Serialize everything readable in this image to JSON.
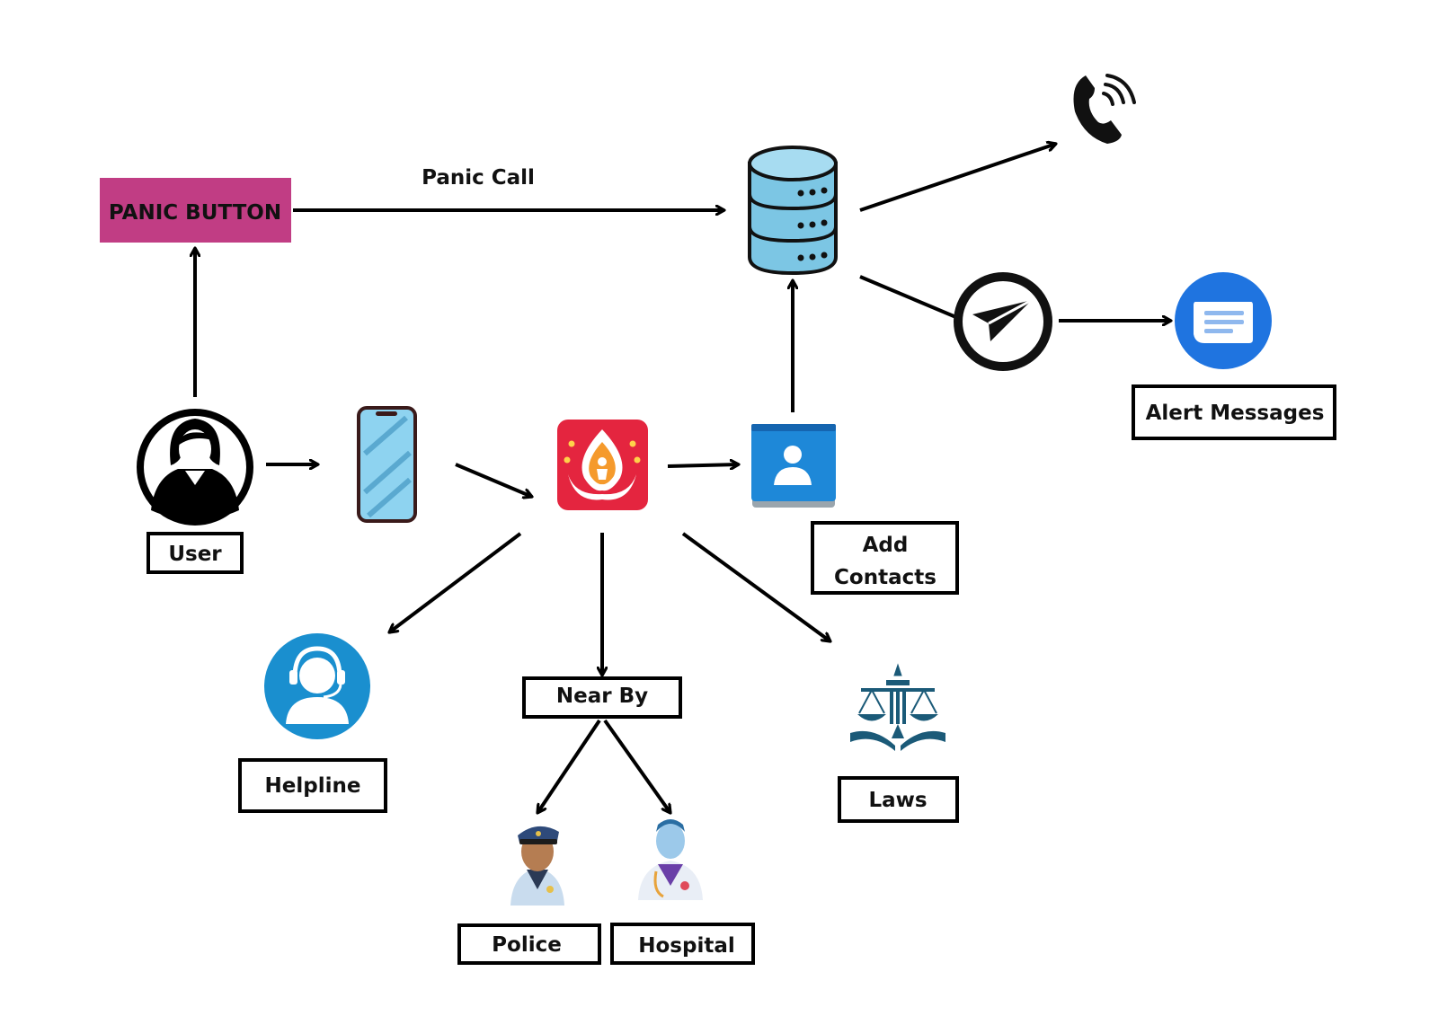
{
  "nodes": {
    "panic_button": {
      "label": "PANIC BUTTON"
    },
    "panic_call": {
      "label": "Panic Call"
    },
    "user": {
      "label": "User"
    },
    "add_contacts": {
      "line1": "Add",
      "line2": "Contacts"
    },
    "alert_messages": {
      "label": "Alert Messages"
    },
    "helpline": {
      "label": "Helpline"
    },
    "near_by": {
      "label": "Near By"
    },
    "laws": {
      "label": "Laws"
    },
    "police": {
      "label": "Police"
    },
    "hospital": {
      "label": "Hospital"
    }
  },
  "icons": {
    "user": "user-avatar-icon",
    "phone": "smartphone-icon",
    "app": "safety-app-logo-icon",
    "contacts": "contacts-book-icon",
    "database": "database-icon",
    "call": "phone-call-icon",
    "send": "send-message-icon",
    "messages": "chat-messages-icon",
    "helpline": "headset-support-icon",
    "laws": "scales-of-justice-icon",
    "police": "police-officer-icon",
    "hospital": "doctor-icon"
  },
  "colors": {
    "panic_button_fill": "#c13d84",
    "database_fill": "#7cc6e4",
    "helpline_fill": "#1a8fcf",
    "messages_fill": "#1f74e0",
    "contacts_fill": "#1e88d8",
    "app_fill": "#e4253f",
    "laws_fill": "#1b5a78"
  }
}
